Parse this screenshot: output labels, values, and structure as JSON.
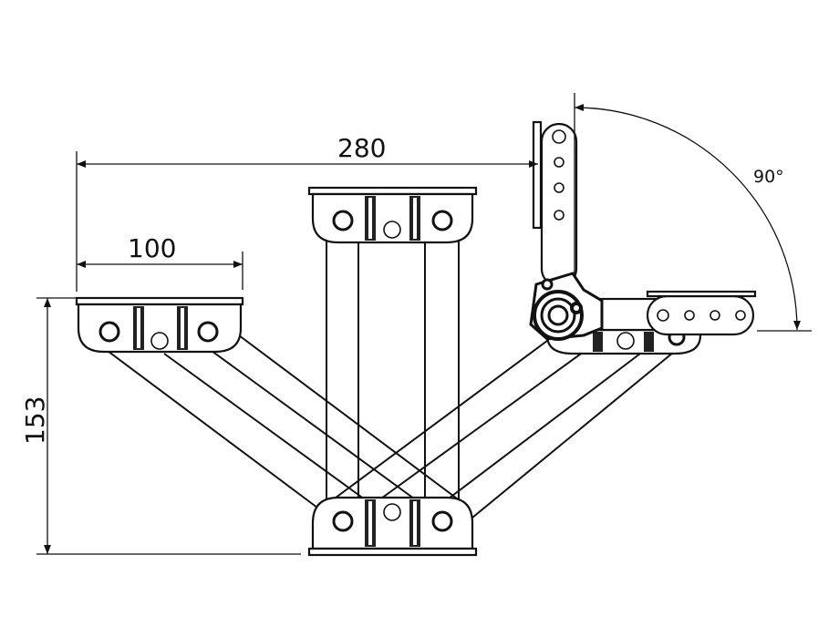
{
  "dimensions": {
    "overall_width": "280",
    "bracket_width": "100",
    "height": "153",
    "angle": "90°"
  },
  "colors": {
    "line": "#111111",
    "background": "#ffffff"
  }
}
